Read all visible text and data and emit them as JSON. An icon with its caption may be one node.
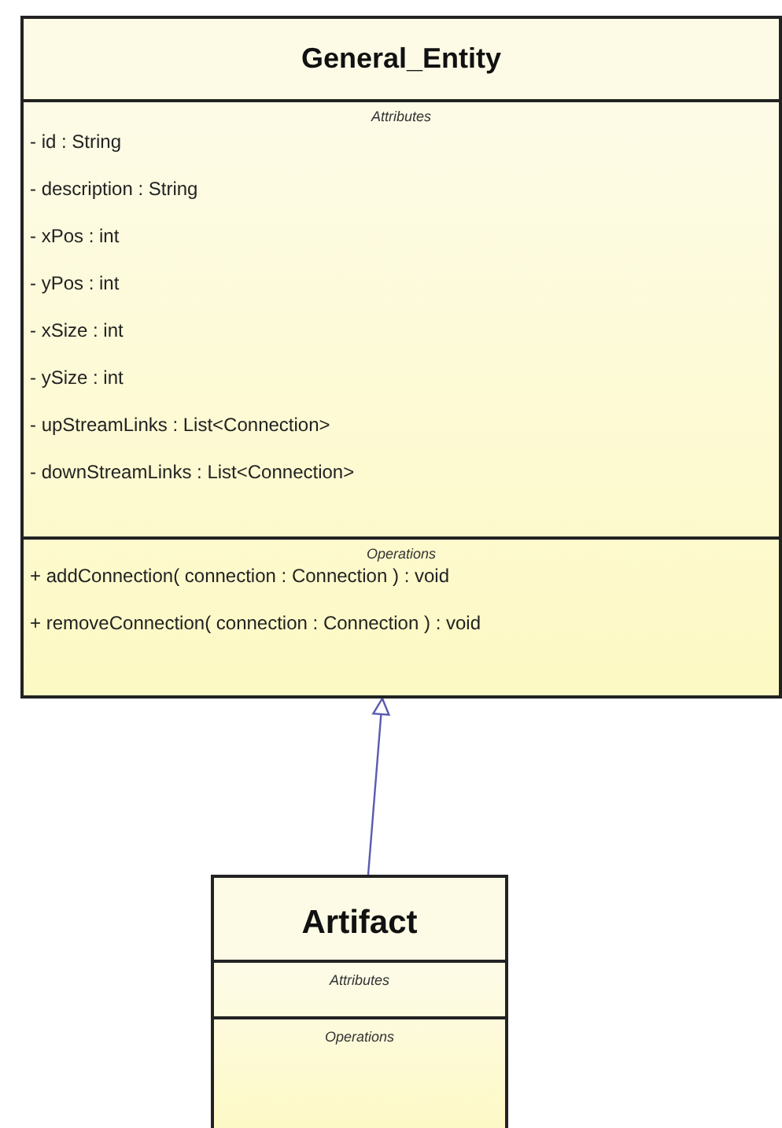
{
  "diagram": {
    "nodes": [
      {
        "text": [
          "General_Entity"
        ]
      },
      {
        "text": [
          "Attributes",
          "- id : String",
          "- description : String",
          "- xPos : int",
          "- yPos : int",
          "- xSize : int",
          "- ySize : int",
          "- upStreamLinks : List<Connection>",
          "- downStreamLinks : List<Connection>"
        ],
        "in": 0
      },
      {
        "text": [
          "Operations",
          "+ addConnection( connection : Connection ) : void",
          "+ removeConnection( connection : Connection ) : void"
        ],
        "in": 0
      },
      {
        "text": [
          "Artifact"
        ]
      },
      {
        "text": [
          "Attributes"
        ],
        "in": 3
      },
      {
        "text": [
          "Operations"
        ],
        "in": 3
      }
    ],
    "edges": [
      {
        "from": 3,
        "to": 0,
        "arrow": "to"
      }
    ]
  }
}
